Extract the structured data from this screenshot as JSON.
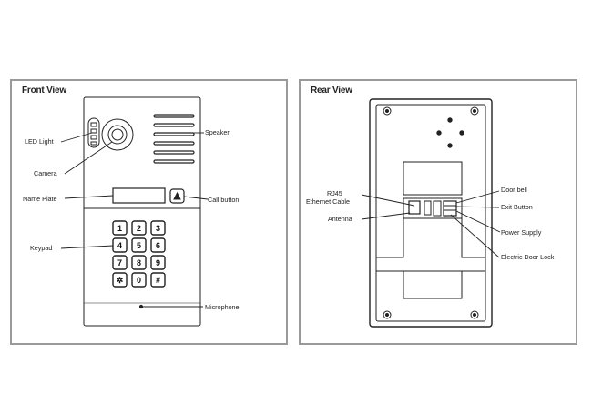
{
  "front": {
    "title": "Front View",
    "labels": {
      "led_light": "LED Light",
      "camera": "Camera",
      "name_plate": "Name Plate",
      "keypad": "Keypad",
      "speaker": "Speaker",
      "call_button": "Call button",
      "microphone": "Microphone"
    },
    "keys": [
      "1",
      "2",
      "3",
      "4",
      "5",
      "6",
      "7",
      "8",
      "9",
      "✲",
      "0",
      "#"
    ]
  },
  "rear": {
    "title": "Rear View",
    "labels": {
      "rj45": "RJ45",
      "ethernet_cable": "Ethernet Cable",
      "antenna": "Antenna",
      "door_bell": "Door bell",
      "exit_button": "Exit Button",
      "power_supply": "Power Supply",
      "electric_door_lock": "Electric Door Lock"
    }
  }
}
